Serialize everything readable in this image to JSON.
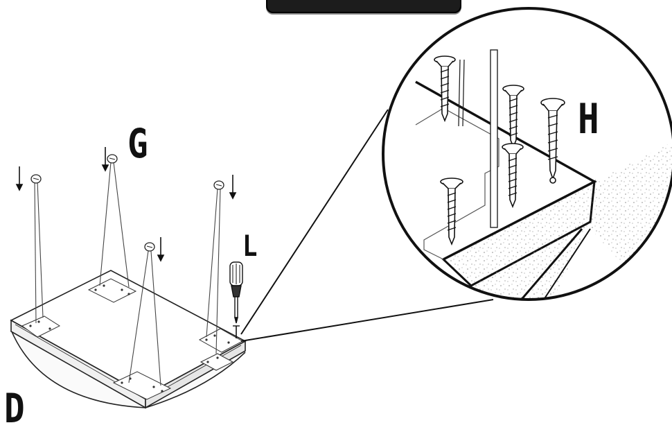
{
  "header": {
    "tab_label": ""
  },
  "labels": {
    "screws_small": "G",
    "screwdriver": "L",
    "screws_large": "H",
    "tabletop": "D"
  }
}
